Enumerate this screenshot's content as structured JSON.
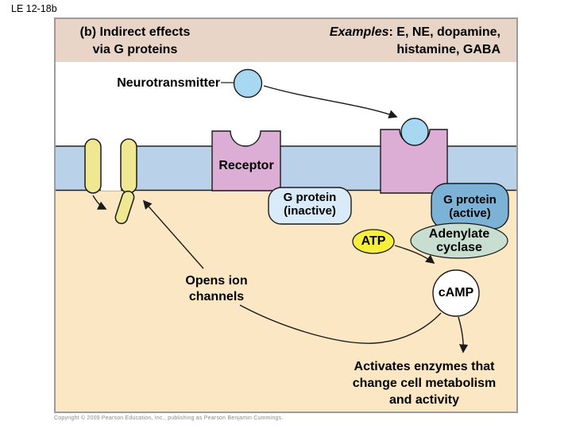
{
  "figure_label": "LE 12-18b",
  "colors": {
    "header_bg": "#e9d5c7",
    "membrane": "#b9d1e9",
    "cytoplasm": "#fbe7c4",
    "receptor": "#dcaed6",
    "channel": "#efe792",
    "neurotransmitter": "#a7d7f1",
    "g_inactive": "#d9eaf8",
    "g_active": "#7db2d7",
    "atp": "#f8ef3c",
    "adenylate": "#c7ded0",
    "camp": "#ffffff"
  },
  "header": {
    "title_line1": "(b) Indirect effects",
    "title_line2": "via G proteins",
    "examples_word": "Examples",
    "examples_rest": ": E, NE, dopamine,",
    "examples_line2": "histamine, GABA"
  },
  "labels": {
    "neurotransmitter": "Neurotransmitter",
    "receptor": "Receptor",
    "g_protein_inactive": "G protein\n(inactive)",
    "g_protein_active": "G protein\n(active)",
    "atp": "ATP",
    "adenylate_cyclase": "Adenylate\ncyclase",
    "camp": "cAMP",
    "opens_ion_channels": "Opens ion\nchannels",
    "activates_enzymes": "Activates enzymes that\nchange cell metabolism\nand activity"
  },
  "footer": {
    "copyright": "Copyright © 2009 Pearson Education, Inc., publishing as Pearson Benjamin Cummings."
  }
}
